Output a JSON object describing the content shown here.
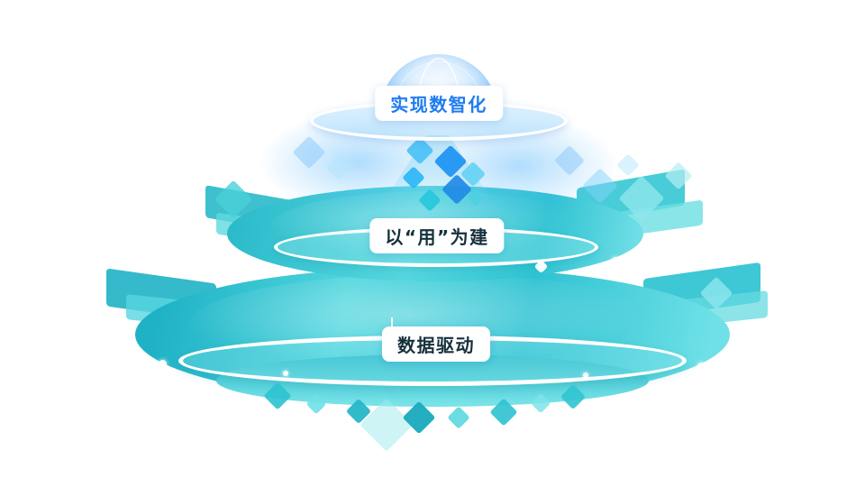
{
  "diagram": {
    "type": "stacked-platform-pyramid",
    "tiers": [
      {
        "id": "top",
        "label": "实现数智化",
        "label_color": "#1f7cf0",
        "platform_color": "#55a7ef"
      },
      {
        "id": "middle",
        "label": "以“用”为建",
        "label_color": "#16313c",
        "platform_color": "#2ec2d2"
      },
      {
        "id": "bottom",
        "label": "数据驱动",
        "label_color": "#16313c",
        "platform_color": "#2bbccb"
      }
    ],
    "colors": {
      "accent_blue": "#2196f3",
      "light_blue": "#9bd2f9",
      "teal": "#2ec2d2",
      "light_teal": "#7ce4e9",
      "rim_white": "#ffffff",
      "background": "#ffffff"
    }
  }
}
